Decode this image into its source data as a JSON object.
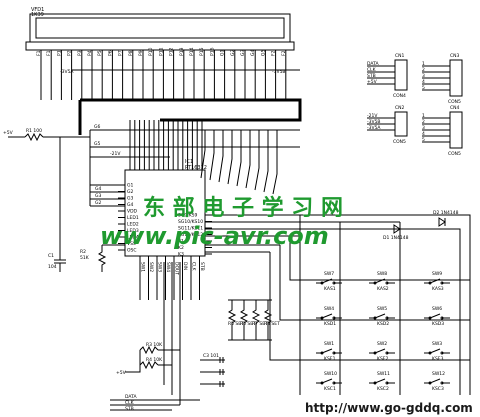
{
  "vfd": {
    "label": "VFD1",
    "model": "1K39",
    "pins": [
      "F1",
      "F1",
      "P1",
      "P2",
      "P3",
      "P4",
      "P5",
      "P6",
      "P7",
      "P8",
      "P9",
      "P10",
      "P11",
      "P12",
      "P13",
      "P14",
      "P15",
      "P16",
      "G1",
      "G2",
      "G3",
      "G4",
      "G5",
      "F2",
      "F2"
    ]
  },
  "rails": {
    "left": "-3V5A",
    "right": "-3V5B"
  },
  "lines": {
    "g1": "G6",
    "g2": "G5",
    "v21": "-21V",
    "g4": "G4",
    "g5": "G3",
    "g6": "G2"
  },
  "power": {
    "vin": "+5V",
    "r1": "R1 100",
    "c1": "C1",
    "c1v": "104"
  },
  "ic": {
    "ref": "IC1",
    "model": "PT16312",
    "left_pins": [
      "G1",
      "G2",
      "G3",
      "G4",
      "VDD",
      "LED1",
      "LED2",
      "LED3",
      "LED4",
      "VSS",
      "OSC"
    ],
    "right_pins": [
      "SG9/KS9",
      "SG10/KS10",
      "SG11/KS11",
      "SG12/KS12",
      "K1",
      "K2",
      "K3"
    ],
    "bottom_pins": [
      "SW1",
      "SW2",
      "SW3",
      "SW4",
      "DOUT",
      "DIN",
      "CLK",
      "STB"
    ]
  },
  "osc": {
    "r2": "R2",
    "r2v": "51K"
  },
  "diodes": {
    "d1": "D1 1N4148",
    "d2": "D2 1N4148"
  },
  "keys": [
    {
      "sw": "SW7",
      "name": "KAS1"
    },
    {
      "sw": "SW8",
      "name": "KAS2"
    },
    {
      "sw": "SW9",
      "name": "KAS3"
    },
    {
      "sw": "SW4",
      "name": "KSD1"
    },
    {
      "sw": "SW5",
      "name": "KSD2"
    },
    {
      "sw": "SW6",
      "name": "KSD3"
    },
    {
      "sw": "SW1",
      "name": "KSE1"
    },
    {
      "sw": "SW2",
      "name": "KSE2"
    },
    {
      "sw": "SW3",
      "name": "KSE3"
    },
    {
      "sw": "SW10",
      "name": "KSC1"
    },
    {
      "sw": "SW11",
      "name": "KSC2"
    },
    {
      "sw": "SW12",
      "name": "KSC3"
    }
  ],
  "set_resistors": [
    "R5 SET",
    "R6 SET",
    "R7 SET",
    "R8 SET"
  ],
  "bottom": {
    "r3": "R3 10K",
    "r4": "R4 10K",
    "v5": "+5V",
    "c3": "C3 101",
    "data": "DATA",
    "clk": "CLK",
    "stb": "STB"
  },
  "connectors": [
    {
      "ref": "CN1",
      "name": "CON4",
      "pins": [
        "DATA",
        "CLK",
        "STB",
        "+5V"
      ]
    },
    {
      "ref": "CN3",
      "name": "CON5",
      "pins": [
        "1",
        "2",
        "3",
        "4",
        "5"
      ]
    },
    {
      "ref": "CN2",
      "name": "CON5",
      "pins": [
        "-21V",
        "-3V5B",
        "-3V5A"
      ]
    },
    {
      "ref": "CN4",
      "name": "CON5",
      "pins": [
        "1",
        "2",
        "3",
        "4",
        "5"
      ]
    }
  ],
  "watermark": {
    "cn": "东 部 电 子 学 习 网",
    "url": "www.pic-avr.com",
    "footer": "http://www.go-gddq.com"
  }
}
